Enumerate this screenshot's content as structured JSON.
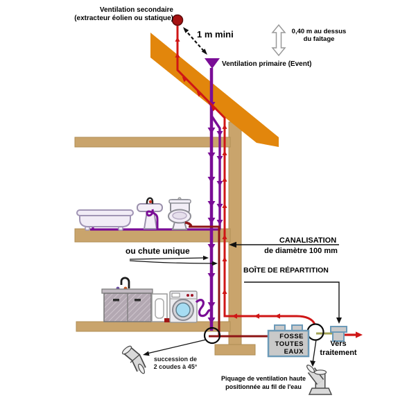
{
  "diagram": {
    "secondary_vent": "Ventilation secondaire\n(extracteur éolien ou statique)",
    "min_distance": "1 m mini",
    "ridge_height": "0,40 m au dessus\ndu faîtage",
    "primary_vent": "Ventilation primaire (Event)",
    "single_stack": "ou chute unique",
    "pipe_title": "CANALISATION",
    "pipe_subtitle": "de diamètre 100 mm",
    "distribution_box_label": "BOÎTE DE RÉPARTITION",
    "septic_tank_label": "FOSSE\nTOUTES\nEAUX",
    "to_treatment": "Vers\ntraitement",
    "elbows_note": "succession de\n2 coudes à 45°",
    "vent_tap_note": "Piquage de ventilation haute\npositionnée au fil de l'eau"
  },
  "icons": {
    "secondary_extractor": "dark-red ball on roof stack",
    "primary_vent_cap": "purple funnel triangle",
    "height_arrow": "white outlined double vertical arrow",
    "distance_arrow": "black dashed double arrow",
    "elbow_45": "grey 45-degree pipe elbows",
    "y_branch": "grey Y branch fitting"
  },
  "colors": {
    "waste_purple": "#7a0d96",
    "vent_red": "#cf1616",
    "sewer_maroon": "#8e1515",
    "roof_orange": "#e2860c",
    "structure_tan": "#c9a46c",
    "tank_border": "#6c9ab8",
    "water_olive": "#a3a355"
  }
}
